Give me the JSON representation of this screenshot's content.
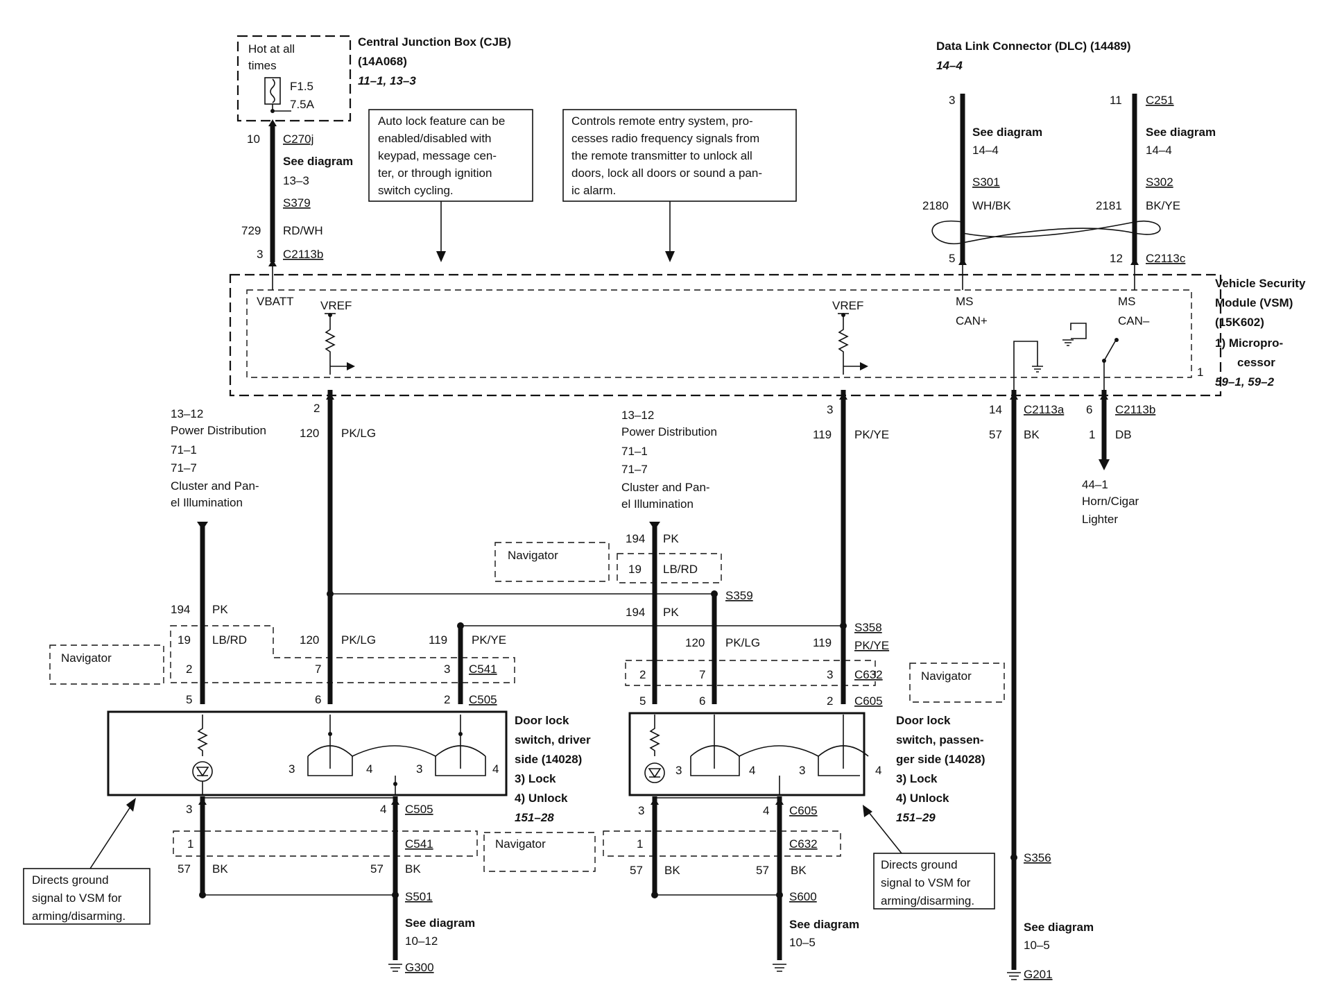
{
  "cjb": {
    "hot": "Hot at all",
    "times": "times",
    "fuse": "F1.5",
    "amps": "7.5A",
    "title": "Central Junction Box (CJB)",
    "part": "(14A068)",
    "ref": "11–1, 13–3"
  },
  "dlc": {
    "title": "Data Link Connector (DLC) (14489)",
    "ref": "14–4"
  },
  "vsm": {
    "title1": "Vehicle Security",
    "title2": "Module (VSM)",
    "part": "(15K602)",
    "micro1": "1)   Micropro-",
    "micro2": "cessor",
    "ref": "59–1, 59–2",
    "vbatt": "VBATT",
    "vref": "VREF",
    "ms": "MS",
    "canp": "CAN+",
    "canm": "CAN–",
    "one": "1"
  },
  "notes": {
    "autolock": [
      "Auto lock feature can be",
      "enabled/disabled with",
      "keypad, message cen-",
      "ter, or through ignition",
      "switch cycling."
    ],
    "remote": [
      "Controls remote entry system, pro-",
      "cesses radio frequency signals from",
      "the remote transmitter to unlock all",
      "doors, lock all doors or sound a pan-",
      "ic alarm."
    ],
    "ground": [
      "Directs ground",
      "signal to VSM for",
      "arming/disarming."
    ]
  },
  "power": [
    "13–12",
    "Power Distribution",
    "71–1",
    "71–7",
    "Cluster and Pan-",
    "el Illumination"
  ],
  "horn": [
    "44–1",
    "Horn/Cigar",
    "Lighter"
  ],
  "navigator": "Navigator",
  "see_diagram": "See diagram",
  "driver_switch": {
    "l1": "Door lock",
    "l2": "switch, driver",
    "l3": "side (14028)",
    "lock": "3)   Lock",
    "unlock": "4)   Unlock",
    "ref": "151–28"
  },
  "pass_switch": {
    "l1": "Door lock",
    "l2": "switch, passen-",
    "l3": "ger side (14028)",
    "lock": "3)   Lock",
    "unlock": "4)   Unlock",
    "ref": "151–29"
  },
  "labels": {
    "c270j": "C270j",
    "n10": "10",
    "r133": "13–3",
    "s379": "S379",
    "n729": "729",
    "rdwh": "RD/WH",
    "n3a": "3",
    "c2113b": "C2113b",
    "n3dlc": "3",
    "n11": "11",
    "c251": "C251",
    "r144a": "14–4",
    "r144b": "14–4",
    "s301": "S301",
    "s302": "S302",
    "n2180": "2180",
    "whbk": "WH/BK",
    "n2181": "2181",
    "bkye": "BK/YE",
    "n5": "5",
    "n12": "12",
    "c2113c": "C2113c",
    "n2": "2",
    "n120": "120",
    "pklg": "PK/LG",
    "n3b": "3",
    "n119": "119",
    "pkye": "PK/YE",
    "n14": "14",
    "c2113a": "C2113a",
    "n57": "57",
    "bk": "BK",
    "n6": "6",
    "c2113b2": "C2113b",
    "n1": "1",
    "db": "DB",
    "n194": "194",
    "pk": "PK",
    "n19": "19",
    "lbrd": "LB/RD",
    "s359": "S359",
    "s358": "S358",
    "c541": "C541",
    "c505": "C505",
    "c632": "C632",
    "c605": "C605",
    "n7": "7",
    "n5b": "5",
    "s501": "S501",
    "s600": "S600",
    "s356": "S356",
    "r1012": "10–12",
    "r105a": "10–5",
    "r105b": "10–5",
    "g300": "G300",
    "g201": "G201",
    "n4": "4"
  }
}
